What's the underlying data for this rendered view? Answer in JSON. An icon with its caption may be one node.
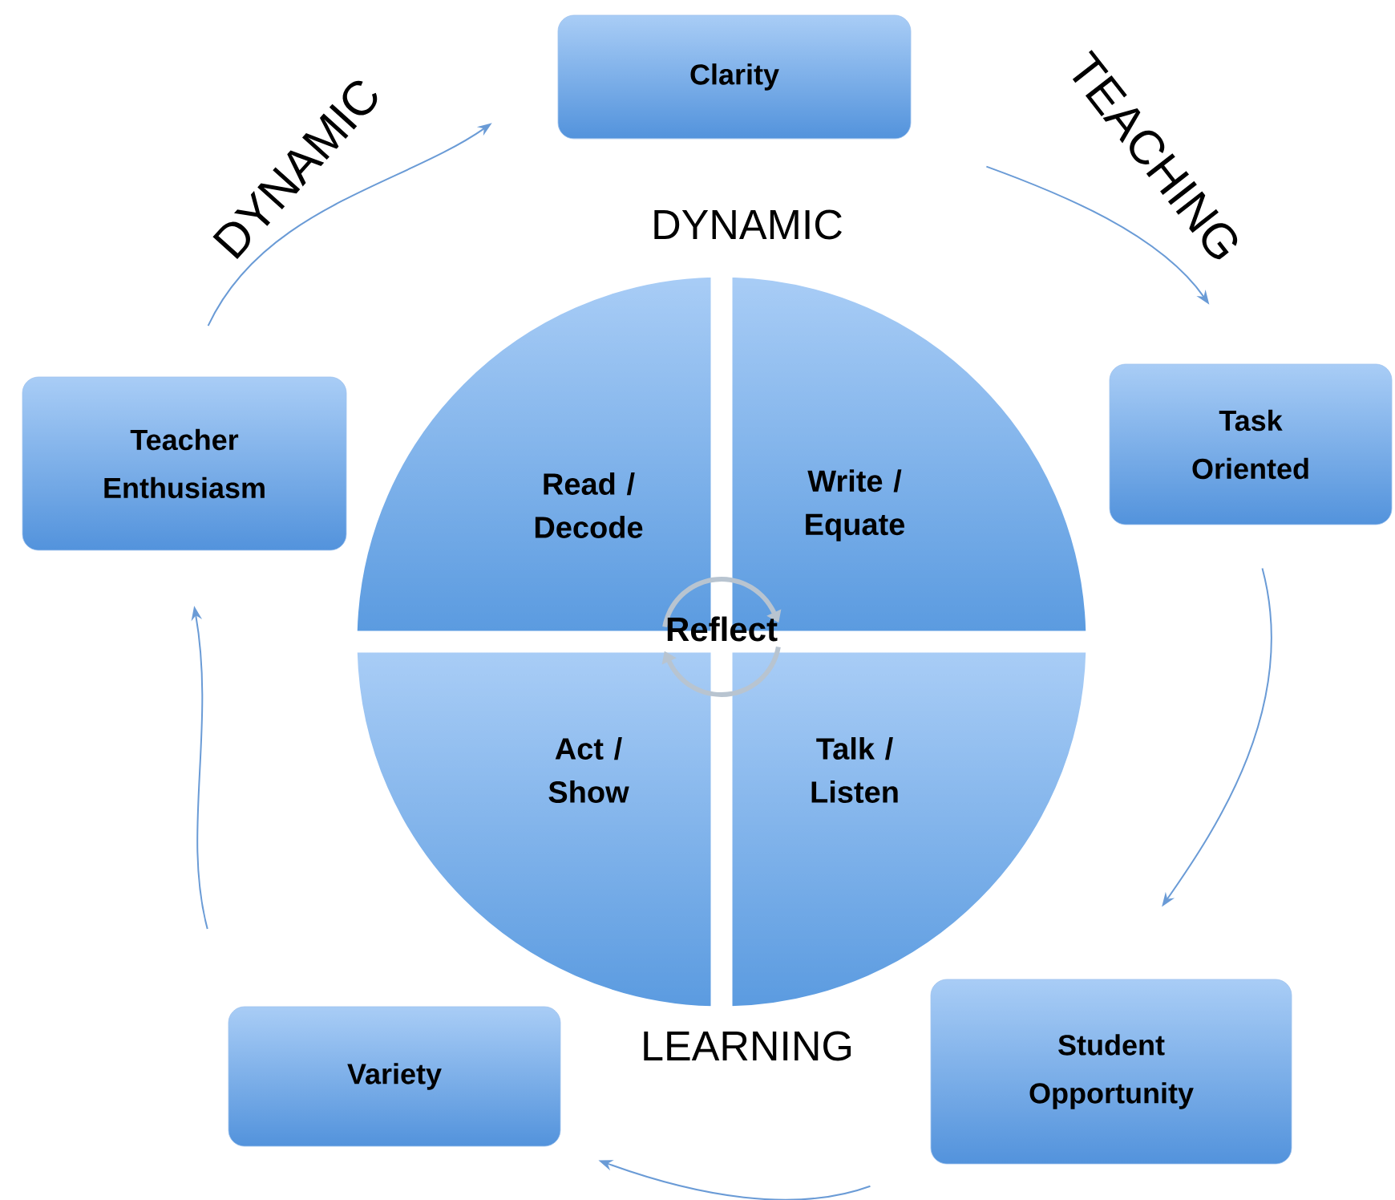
{
  "diagram": {
    "nodes": [
      {
        "text": [
          "Clarity"
        ]
      },
      {
        "text": [
          "Task Oriented"
        ]
      },
      {
        "text": [
          "Student Opportunity"
        ]
      },
      {
        "text": [
          "Variety"
        ]
      },
      {
        "text": [
          "Teacher Enthusiasm"
        ]
      },
      {
        "text": [
          "Read / Decode"
        ]
      },
      {
        "text": [
          "Write / Equate"
        ]
      },
      {
        "text": [
          "Act / Show"
        ]
      },
      {
        "text": [
          "Talk / Listen"
        ]
      }
    ],
    "edges": [
      {
        "from": 4,
        "to": 0,
        "arrow": "to"
      },
      {
        "from": 0,
        "to": 1,
        "arrow": "to"
      },
      {
        "from": 1,
        "to": 2,
        "arrow": "to"
      },
      {
        "from": 2,
        "to": 3,
        "arrow": "to"
      },
      {
        "from": 3,
        "to": 4,
        "arrow": "to"
      }
    ],
    "labels": [
      "DYNAMIC",
      "TEACHING",
      "DYNAMIC",
      "Reflect",
      "LEARNING"
    ]
  }
}
